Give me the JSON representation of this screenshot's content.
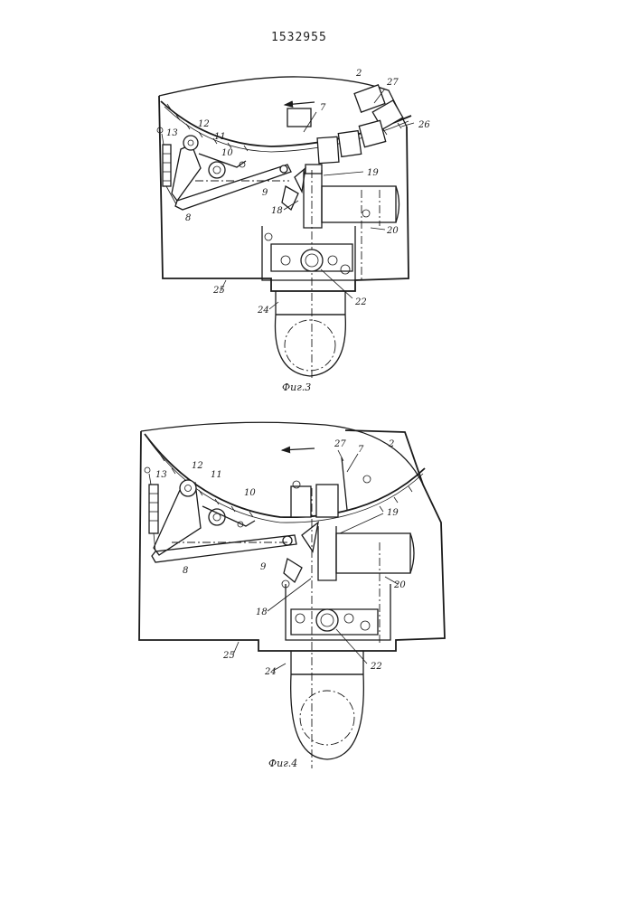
{
  "document": {
    "number": "1532955"
  },
  "figures": [
    {
      "caption": "Фиг.3",
      "labels": {
        "l2": "2",
        "l7": "7",
        "l8": "8",
        "l9": "9",
        "l10": "10",
        "l11": "11",
        "l12": "12",
        "l13": "13",
        "l18": "18",
        "l19": "19",
        "l20": "20",
        "l22": "22",
        "l24": "24",
        "l25": "25",
        "l26": "26",
        "l27": "27"
      }
    },
    {
      "caption": "Фиг.4",
      "labels": {
        "l2": "2",
        "l7": "7",
        "l8": "8",
        "l9": "9",
        "l10": "10",
        "l11": "11",
        "l12": "12",
        "l13": "13",
        "l18": "18",
        "l19": "19",
        "l20": "20",
        "l22": "22",
        "l24": "24",
        "l25": "25",
        "l27": "27"
      }
    }
  ]
}
